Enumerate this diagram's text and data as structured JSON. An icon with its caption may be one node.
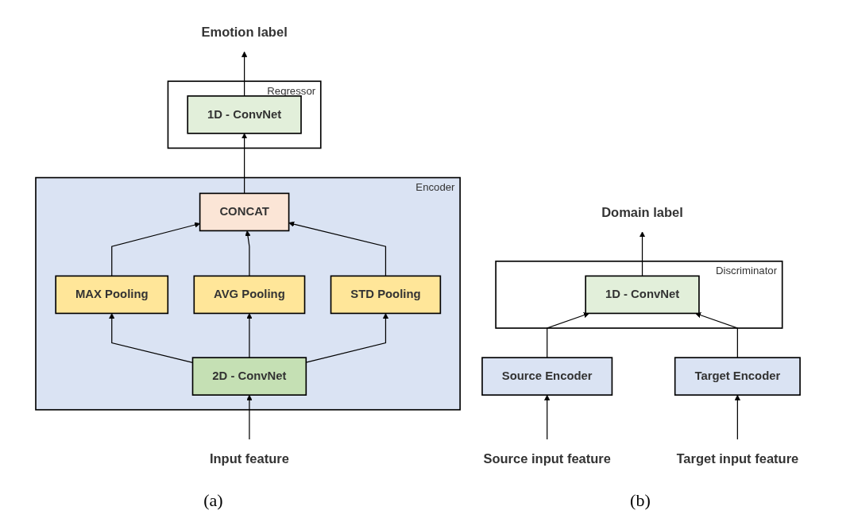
{
  "diagram": {
    "nodes": [
      {
        "text": [
          "Emotion label"
        ]
      },
      {
        "text": [
          "Regressor"
        ]
      },
      {
        "text": [
          "1D - ConvNet"
        ],
        "in": 1
      },
      {
        "text": [
          "Encoder"
        ]
      },
      {
        "text": [
          "CONCAT"
        ],
        "in": 3
      },
      {
        "text": [
          "MAX Pooling"
        ],
        "in": 3
      },
      {
        "text": [
          "AVG Pooling"
        ],
        "in": 3
      },
      {
        "text": [
          "STD Pooling"
        ],
        "in": 3
      },
      {
        "text": [
          "2D - ConvNet"
        ],
        "in": 3
      },
      {
        "text": [
          "Input feature"
        ]
      },
      {
        "text": [
          "Domain label"
        ]
      },
      {
        "text": [
          "Discriminator"
        ]
      },
      {
        "text": [
          "1D - ConvNet"
        ],
        "in": 11
      },
      {
        "text": [
          "Source Encoder"
        ]
      },
      {
        "text": [
          "Target Encoder"
        ]
      },
      {
        "text": [
          "Source input feature"
        ]
      },
      {
        "text": [
          "Target input feature"
        ]
      }
    ],
    "edges": [
      {
        "from": 2,
        "to": 0,
        "arrow": "to"
      },
      {
        "from": 4,
        "to": 2,
        "arrow": "to"
      },
      {
        "from": 5,
        "to": 4,
        "arrow": "to"
      },
      {
        "from": 6,
        "to": 4,
        "arrow": "to"
      },
      {
        "from": 7,
        "to": 4,
        "arrow": "to"
      },
      {
        "from": 8,
        "to": 5,
        "arrow": "to"
      },
      {
        "from": 8,
        "to": 6,
        "arrow": "to"
      },
      {
        "from": 8,
        "to": 7,
        "arrow": "to"
      },
      {
        "from": 9,
        "to": 8,
        "arrow": "to"
      },
      {
        "from": 12,
        "to": 10,
        "arrow": "to"
      },
      {
        "from": 13,
        "to": 12,
        "arrow": "to"
      },
      {
        "from": 14,
        "to": 12,
        "arrow": "to"
      },
      {
        "from": 15,
        "to": 13,
        "arrow": "to"
      },
      {
        "from": 16,
        "to": 14,
        "arrow": "to"
      }
    ],
    "labels": [
      "(a)",
      "(b)"
    ]
  }
}
